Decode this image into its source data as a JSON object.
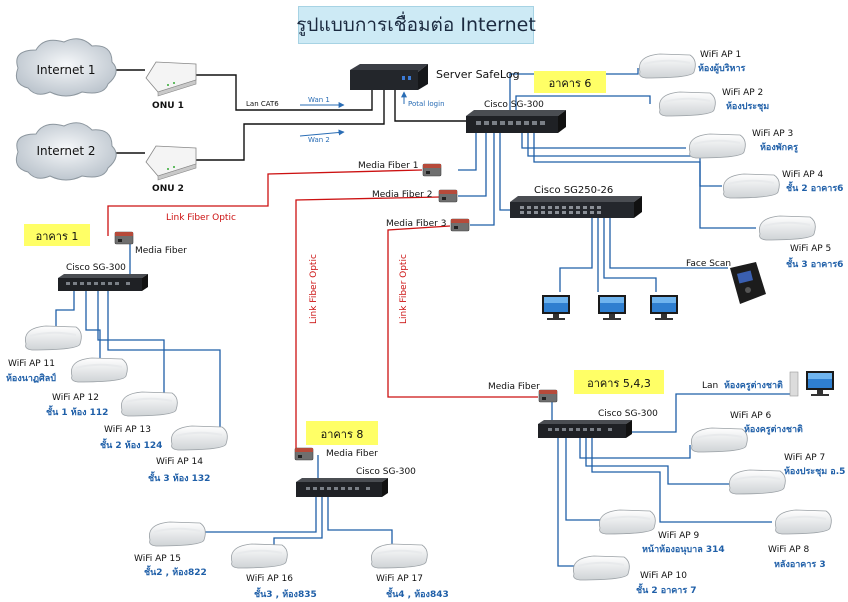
{
  "title": "รูปแบบการเชื่อมต่อ Internet",
  "colors": {
    "building_label": "#ffff66",
    "link_fiber": "#cc0000",
    "ap_label": "#1f5fa8",
    "wire": "#1a1a1a",
    "blue_wire": "#1f5fa8"
  },
  "internet": [
    {
      "label": "Internet 1"
    },
    {
      "label": "Internet 2"
    }
  ],
  "onu": [
    {
      "label": "ONU 1"
    },
    {
      "label": "ONU 2"
    }
  ],
  "server": {
    "label": "Server SafeLog"
  },
  "wan_links": [
    {
      "label": "Wan 1"
    },
    {
      "label": "Wan 2"
    }
  ],
  "lan_cat6_label": "Lan CAT6",
  "potal_label": "Potal login",
  "buildings": {
    "b6": {
      "label": "อาคาร 6"
    },
    "b1": {
      "label": "อาคาร 1"
    },
    "b8": {
      "label": "อาคาร 8"
    },
    "b543": {
      "label": "อาคาร 5,4,3"
    }
  },
  "switches": {
    "core": {
      "label": "Cisco SG-300"
    },
    "sg250": {
      "label": "Cisco SG250-26"
    },
    "b1": {
      "label": "Cisco SG-300"
    },
    "b8": {
      "label": "Cisco SG-300"
    },
    "b543": {
      "label": "Cisco SG-300"
    }
  },
  "media_fiber": {
    "mf1": {
      "label": "Media Fiber 1"
    },
    "mf2": {
      "label": "Media Fiber 2"
    },
    "mf3": {
      "label": "Media Fiber 3"
    },
    "b1": {
      "label": "Media Fiber"
    },
    "b8": {
      "label": "Media Fiber"
    },
    "b543": {
      "label": "Media Fiber"
    }
  },
  "link_fiber": {
    "label": "Link Fiber Optic"
  },
  "face_scan": {
    "label": "Face Scan"
  },
  "lan_543": {
    "label": "Lan",
    "room": "ห้องครูต่างชาติ"
  },
  "aps_b6": [
    {
      "name": "WiFi  AP 1",
      "room": "ห้องผู้บริหาร"
    },
    {
      "name": "WiFi  AP 2",
      "room": "ห้องประชุม"
    },
    {
      "name": "WiFi  AP 3",
      "room": "ห้องพักครู"
    },
    {
      "name": "WiFi  AP 4",
      "room": "ชั้น 2 อาคาร6"
    },
    {
      "name": "WiFi  AP 5",
      "room": "ชั้น 3 อาคาร6"
    }
  ],
  "aps_b1": [
    {
      "name": "WiFi  AP 11",
      "room": "ห้องนาฏศิลป์"
    },
    {
      "name": "WiFi  AP 12",
      "room": "ชั้น 1 ห้อง 112"
    },
    {
      "name": "WiFi  AP 13",
      "room": "ชั้น 2 ห้อง 124"
    },
    {
      "name": "WiFi  AP 14",
      "room": "ชั้น 3 ห้อง 132"
    }
  ],
  "aps_b8": [
    {
      "name": "WiFi  AP 15",
      "room": "ชั้น2 , ห้อง822"
    },
    {
      "name": "WiFi  AP 16",
      "room": "ชั้น3 , ห้อง835"
    },
    {
      "name": "WiFi  AP 17",
      "room": "ชั้น4 , ห้อง843"
    }
  ],
  "aps_b543": [
    {
      "name": "WiFi  AP 6",
      "room": "ห้องครูต่างชาติ"
    },
    {
      "name": "WiFi  AP 7",
      "room": "ห้องประชุม อ.5"
    },
    {
      "name": "WiFi  AP 8",
      "room": "หลังอาคาร 3"
    },
    {
      "name": "WiFi  AP 9",
      "room": "หน้าห้องอนุบาล 314"
    },
    {
      "name": "WiFi  AP 10",
      "room": "ชั้น 2 อาคาร 7"
    }
  ]
}
